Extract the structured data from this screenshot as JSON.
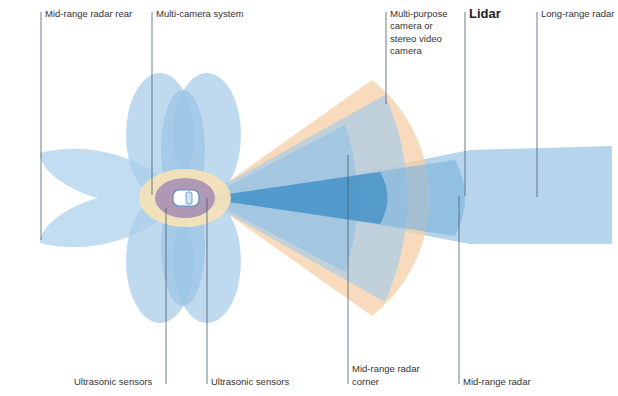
{
  "diagram": {
    "labels": [
      "Mid-range radar rear",
      "Multi-camera system",
      "Multi-purpose camera or stereo video camera",
      "Lidar",
      "Long-range radar",
      "Ultrasonic sensors",
      "Ultrasonic sensors",
      "Mid-range radar corner",
      "Mid-range radar"
    ]
  }
}
